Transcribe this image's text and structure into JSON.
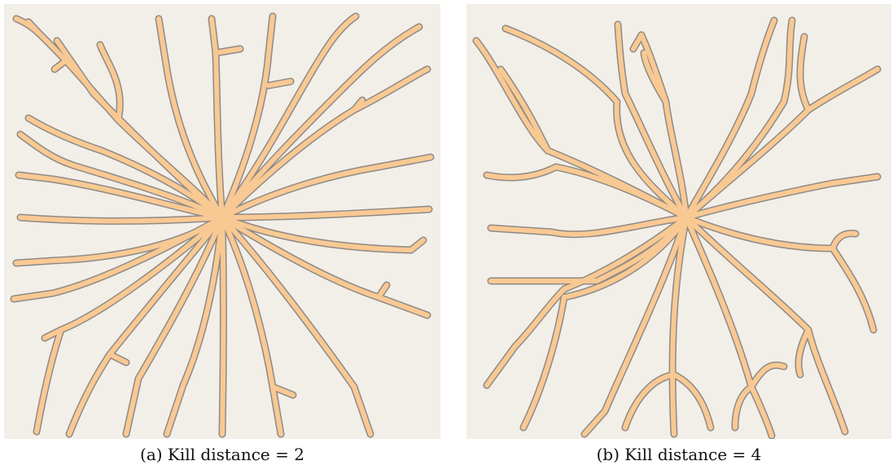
{
  "figure": {
    "panels": [
      {
        "caption": "(a) Kill distance = 2",
        "kill_distance": 2
      },
      {
        "caption": "(b) Kill distance = 4",
        "kill_distance": 4
      }
    ],
    "colors": {
      "background": "#f2eee8",
      "vein_fill": "#f9c993",
      "vein_outline": "#8e8a86"
    }
  }
}
